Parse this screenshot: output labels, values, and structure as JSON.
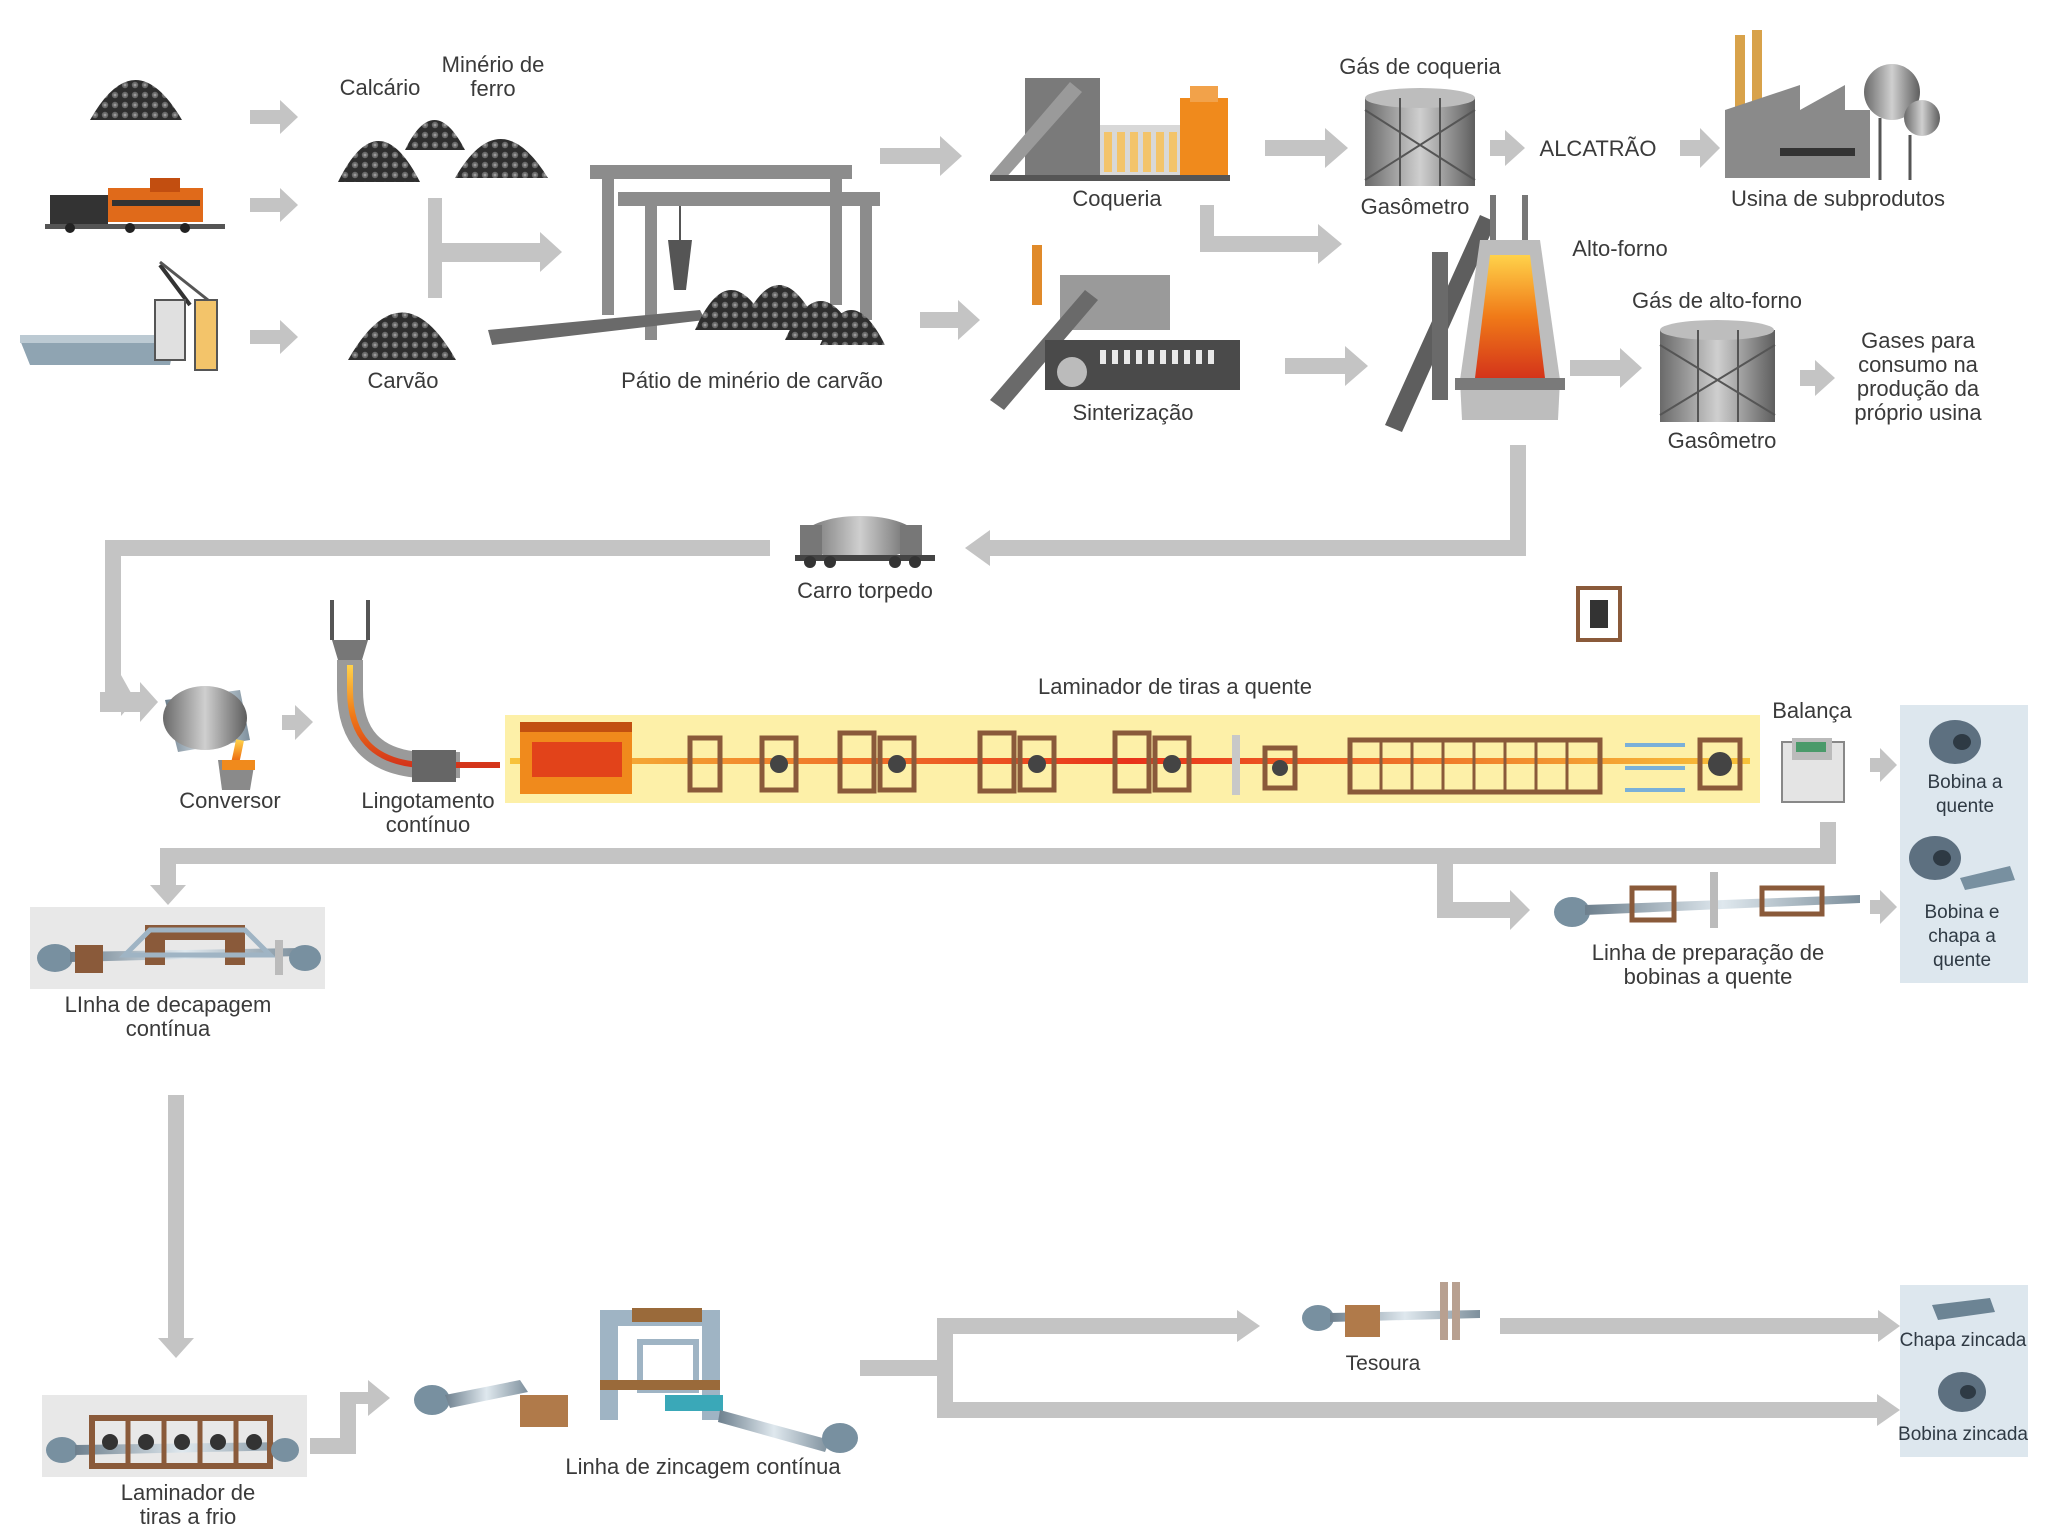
{
  "labels": {
    "calcario": "Calcário",
    "minerio_ferro": [
      "Minério de",
      "ferro"
    ],
    "carvao": "Carvão",
    "patio": "Pátio de minério de carvão",
    "coqueria": "Coqueria",
    "sinterizacao": "Sinterização",
    "gas_coqueria": "Gás de coqueria",
    "gasometro_1": "Gasômetro",
    "alcatrao": "ALCATRÃO",
    "usina_subprodutos": "Usina de subprodutos",
    "alto_forno": "Alto-forno",
    "gas_alto_forno": "Gás de alto-forno",
    "gasometro_2": "Gasômetro",
    "gases_consumo": [
      "Gases para",
      "consumo na",
      "produção da",
      "próprio usina"
    ],
    "carro_torpedo": "Carro torpedo",
    "conversor": "Conversor",
    "lingotamento": [
      "Lingotamento",
      "contínuo"
    ],
    "laminador_quente": "Laminador de tiras a quente",
    "balanca": "Balança",
    "bobina_quente": [
      "Bobina a",
      "quente"
    ],
    "bobina_chapa_quente": [
      "Bobina e",
      "chapa a",
      "quente"
    ],
    "linha_preparacao": [
      "Linha de preparação de",
      "bobinas a quente"
    ],
    "linha_decapagem": [
      "LInha de decapagem",
      "contínua"
    ],
    "laminador_frio": [
      "Laminador de",
      "tiras a frio"
    ],
    "linha_zincagem": "Linha de zincagem contínua",
    "tesoura": "Tesoura",
    "chapa_zincada": "Chapa zincada",
    "bobina_zincada": "Bobina zincada"
  },
  "colors": {
    "arrow": "#c4c4c4",
    "ore": "#3b3b3b",
    "orange": "#f08a1c",
    "hot_band": "#fdf0a8",
    "product_panel": "#dde7ee",
    "machine": "#8c8c8c",
    "brown": "#8a5a3a",
    "steel_blue": "#9fb4c4"
  }
}
